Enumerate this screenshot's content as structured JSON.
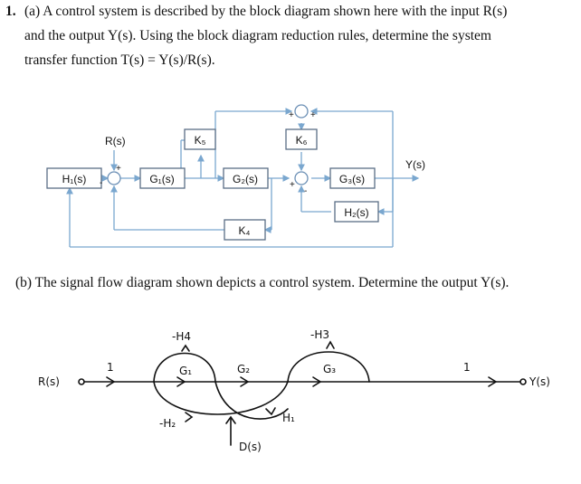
{
  "question": {
    "number": "1.",
    "part_a_lines": [
      "(a) A control system is described by the block diagram shown here with the input R(s)",
      "and the output Y(s). Using the block diagram reduction rules, determine the system",
      "transfer function T(s) = Y(s)/R(s)."
    ],
    "part_b": "(b) The signal flow diagram shown depicts a control system. Determine the output Y(s)."
  },
  "block_diagram": {
    "input_label": "R(s)",
    "output_label": "Y(s)",
    "blocks": {
      "h1": "H₁(s)",
      "g1": "G₁(s)",
      "k5": "K₅",
      "g2": "G₂(s)",
      "k6": "K₆",
      "g3": "G₃(s)",
      "h2": "H₂(s)",
      "k4": "K₄"
    },
    "signs": {
      "sj1_left": "-",
      "sj1_top": "+",
      "sj2_top": "+",
      "sj2_right": "+",
      "sj3_left": "+",
      "sj3_bottom": "-"
    }
  },
  "signal_flow": {
    "input_label": "R(s)",
    "output_label": "Y(s)",
    "disturbance_label": "D(s)",
    "gains": {
      "in": "1",
      "g1": "G₁",
      "g2": "G₂",
      "g3": "G₃",
      "out": "1",
      "neg_h4": "-H4",
      "neg_h3": "-H3",
      "neg_h2": "-H₂",
      "h1": "H₁"
    }
  }
}
